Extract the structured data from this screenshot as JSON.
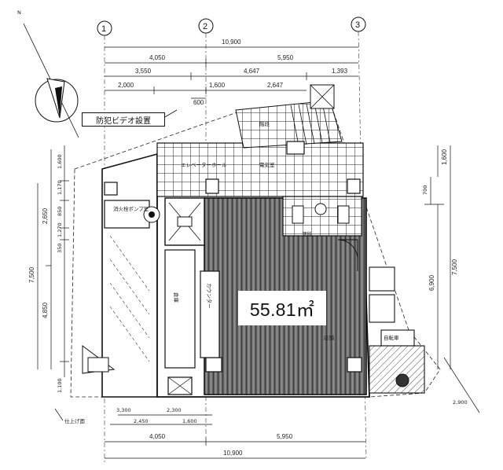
{
  "floor_area": "55.81㎡",
  "camera_label": "防犯ビデオ設置",
  "north_label": "N",
  "grid_axes": [
    "1",
    "2",
    "3"
  ],
  "dims_top": {
    "overall": "10,900",
    "seg_a": "4,050",
    "seg_b": "5,950",
    "sub_a": "3,550",
    "sub_b": "4,647",
    "sub_c": "1,393",
    "sub_d": "2,000",
    "sub_e": "1,600",
    "sub_f": "2,647",
    "sub_g": "600"
  },
  "dims_bottom": {
    "overall": "10,900",
    "seg_a": "4,050",
    "seg_b": "5,950",
    "sub_a": "2,450",
    "sub_b": "1,600",
    "sub_c": "3,300",
    "sub_d": "2,300",
    "note": "仕上げ面"
  },
  "dims_left": {
    "overall": "7,500",
    "seg_a": "2,650",
    "seg_b": "4,850",
    "sub_a": "1,600",
    "sub_b": "1,170",
    "sub_c": "850",
    "sub_d": "1,270",
    "sub_e": "350",
    "sub_f": "1,100"
  },
  "dims_right": {
    "overall": "7,500",
    "seg_a": "6,900",
    "seg_b": "1,600",
    "sub_a": "700",
    "diag": "2,900"
  },
  "room_labels": {
    "hall": "エレベーターホール",
    "pump": "消火栓ポンプ室",
    "electric": "電気室",
    "storage": "倉庫",
    "counter": "カウンター",
    "tenant": "店舗",
    "bike": "自転車",
    "toilet": "便所",
    "stairs": "階段"
  }
}
